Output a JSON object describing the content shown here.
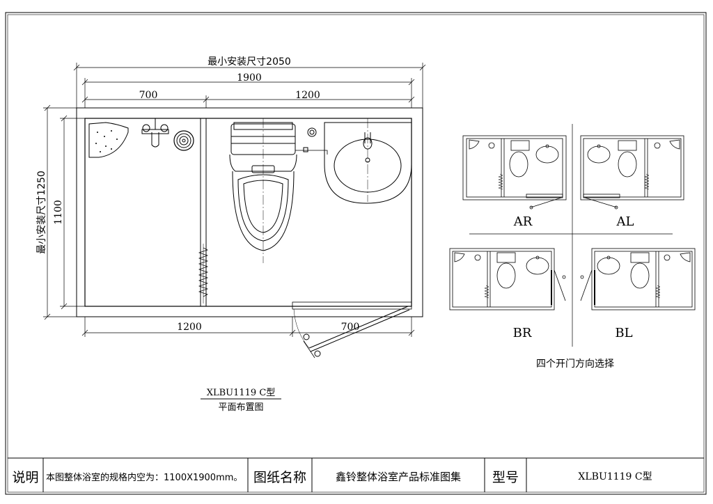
{
  "dimensions": {
    "min_width": "最小安装尺寸2050",
    "width_total": "1900",
    "top_left": "700",
    "top_right": "1200",
    "min_height": "最小安装尺寸1250",
    "height_total": "1100",
    "bottom_left": "1200",
    "bottom_right": "700"
  },
  "plan": {
    "model": "XLBU1119 C型",
    "caption": "平面布置图"
  },
  "variants": {
    "items": [
      {
        "label": "AR"
      },
      {
        "label": "AL"
      },
      {
        "label": "BR"
      },
      {
        "label": "BL"
      }
    ],
    "caption": "四个开门方向选择"
  },
  "title_block": {
    "note_heading": "说明",
    "note_text": "本图整体浴室的规格内空为：1100X1900mm。",
    "drawing_name_heading": "图纸名称",
    "drawing_name": "鑫铃整体浴室产品标准图集",
    "model_heading": "型号",
    "model": "XLBU1119 C型"
  }
}
